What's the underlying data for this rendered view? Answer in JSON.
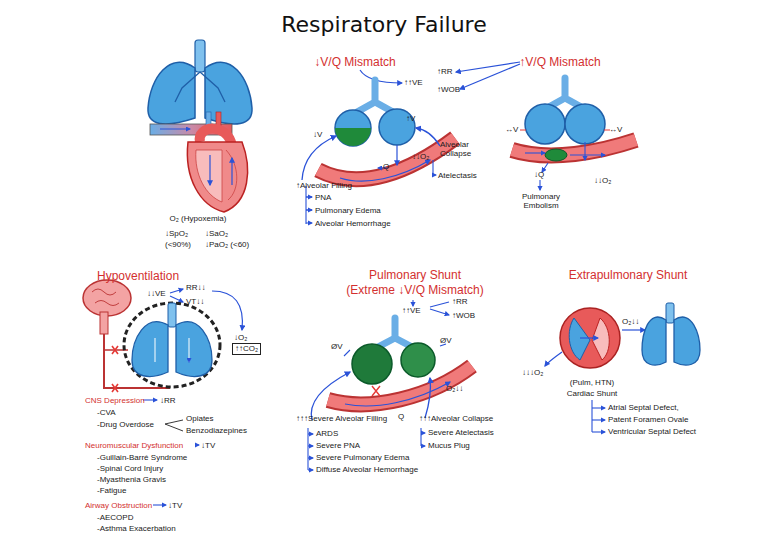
{
  "diagram": {
    "title": "Respiratory Failure",
    "nodes": [
      {
        "text": [
          "↑↑CO₂"
        ]
      }
    ],
    "labels": [
      "O₂ (Hypoxemia)",
      "↓SpO₂",
      "(<90%)",
      "↓SaO₂",
      "↓PaO₂ (<60)",
      "↓V/Q Mismatch",
      "↑RR",
      "↑↑VE",
      "↑WOB",
      "↑V/Q Mismatch",
      "↓V",
      "↑V",
      "Q",
      "↓↓O₂",
      "Alveolar Collapse",
      "Atelectasis",
      "↑Alveolar Filling",
      "PNA",
      "Pulmonary Edema",
      "Alveolar Hemorrhage",
      "↔V",
      "↔V",
      "↓Q",
      "Pulmonary Embolism",
      "↓↓O₂",
      "Hypoventilation",
      "↓↓VE",
      "RR↓↓",
      "VT↓↓",
      "↓O₂",
      "CNS Depression",
      "↓RR",
      "-CVA",
      "-Drug Overdose",
      "Opiates",
      "Benzodiazepines",
      "Neuromuscular Dysfunction",
      "↓TV",
      "-Guillain-Barré Syndrome",
      "-Spinal Cord Injury",
      "-Myasthenia Gravis",
      "-Fatigue",
      "Airway Obstruction",
      "↓TV",
      "-AECOPD",
      "-Asthma Exacerbation",
      "Pulmonary Shunt",
      "(Extreme ↓V/Q Mismatch)",
      "↑↑VE",
      "↑RR",
      "↑WOB",
      "ØV",
      "ØV",
      "Q",
      "O₂↓↓",
      "↑↑↑Severe Alveolar Filling",
      "ARDS",
      "Severe PNA",
      "Severe Pulmonary Edema",
      "Diffuse Alveolar Hemorrhage",
      "↑↑↑Alveolar Collapse",
      "Severe Atelectasis",
      "Mucus Plug",
      "Extrapulmonary Shunt",
      "O₂↓↓",
      "↓↓↓O₂",
      "(Pulm, HTN)",
      "Cardiac Shunt",
      "Atrial Septal Defect,",
      "Patent Foramen Ovale",
      "Ventricular Septal Defect"
    ]
  }
}
